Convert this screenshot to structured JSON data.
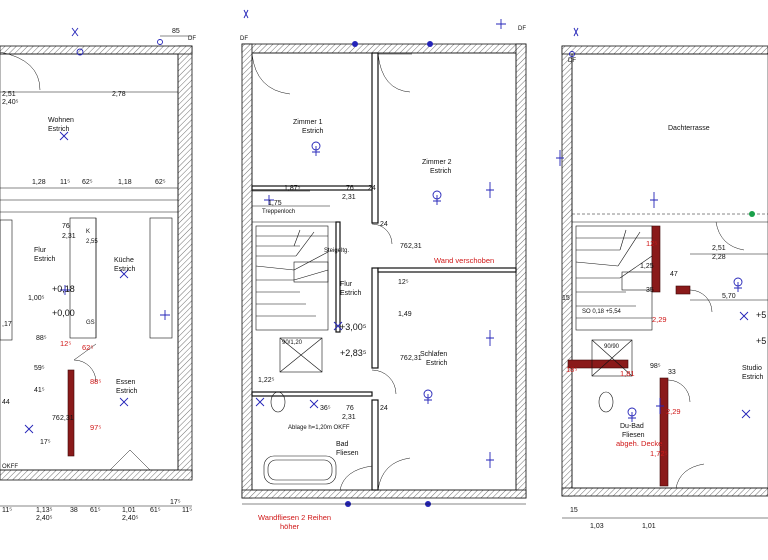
{
  "plan_a": {
    "rooms": {
      "wohnen": {
        "name": "Wohnen",
        "finish": "Estrich"
      },
      "flur": {
        "name": "Flur",
        "finish": "Estrich"
      },
      "kueche": {
        "name": "Küche",
        "finish": "Estrich"
      },
      "essen": {
        "name": "Essen",
        "finish": "Estrich"
      }
    },
    "levels": [
      "+0,18",
      "+0,00"
    ],
    "dims": [
      "85",
      "2,51",
      "2,40⁵",
      "2,78",
      "1,28",
      "11⁵",
      "62⁵",
      "1,18",
      "62⁵",
      "76",
      "2,31",
      "1,00⁵",
      ",17",
      "88⁵",
      "12⁵",
      "62⁵",
      "59⁵",
      "41⁵",
      "2,31",
      "76",
      "44",
      "17⁵",
      "88⁵",
      "97⁵",
      "1,13⁵",
      "2,40⁵",
      "38",
      "61⁵",
      "1,01",
      "2,40⁵",
      "61⁵",
      "17⁵",
      "11⁵",
      "11⁵"
    ],
    "misc": [
      "OKFF",
      "DF",
      "K",
      "GS",
      "2,55"
    ]
  },
  "plan_b": {
    "rooms": {
      "zimmer1": {
        "name": "Zimmer 1",
        "finish": "Estrich"
      },
      "zimmer2": {
        "name": "Zimmer 2",
        "finish": "Estrich"
      },
      "flur": {
        "name": "Flur",
        "finish": "Estrich"
      },
      "schlafen": {
        "name": "Schlafen",
        "finish": "Estrich"
      },
      "bad": {
        "name": "Bad",
        "finish": "Fliesen"
      }
    },
    "levels": [
      "+3,00⁵",
      "+2,83⁵"
    ],
    "notes": {
      "treppenloch": "Treppenloch",
      "steigeltg": "Steigeltg.",
      "ablage": "Ablage h=1,20m OKFF",
      "dusche": "90/1,20",
      "wand_verschoben": "Wand verschoben",
      "wandfliesen_1": "Wandfliesen 2 Reihen",
      "wandfliesen_2": "höher"
    },
    "dims": [
      "1,87⁵",
      "76",
      "2,31",
      "1,75",
      "24",
      "76",
      "2,31",
      "1,49",
      "12⁵",
      "76",
      "2,31",
      "1,22⁵",
      "36⁵",
      "76",
      "2,31",
      "24",
      "24"
    ],
    "misc": [
      "DF",
      "DF"
    ]
  },
  "plan_c": {
    "rooms": {
      "dachterrasse": {
        "name": "Dachterrasse"
      },
      "dubad": {
        "name": "Du-Bad",
        "finish": "Fliesen",
        "note": "abgeh. Decke"
      },
      "studio": {
        "name": "Studio",
        "finish": "Estrich"
      }
    },
    "levels": [
      "+5",
      "+5"
    ],
    "notes": {
      "dusche": "90/90",
      "steig": "SO 0,18 +5,54"
    },
    "dims": [
      "2,51",
      "2,28",
      "5,70",
      "12⁵",
      "47",
      "1,25",
      "15",
      "35",
      "2,29",
      "98⁵",
      "1,72⁵",
      "2,29",
      "1,81",
      "33",
      "1,03",
      "1,01",
      "18⁵",
      "15"
    ],
    "misc": [
      "DF"
    ]
  }
}
